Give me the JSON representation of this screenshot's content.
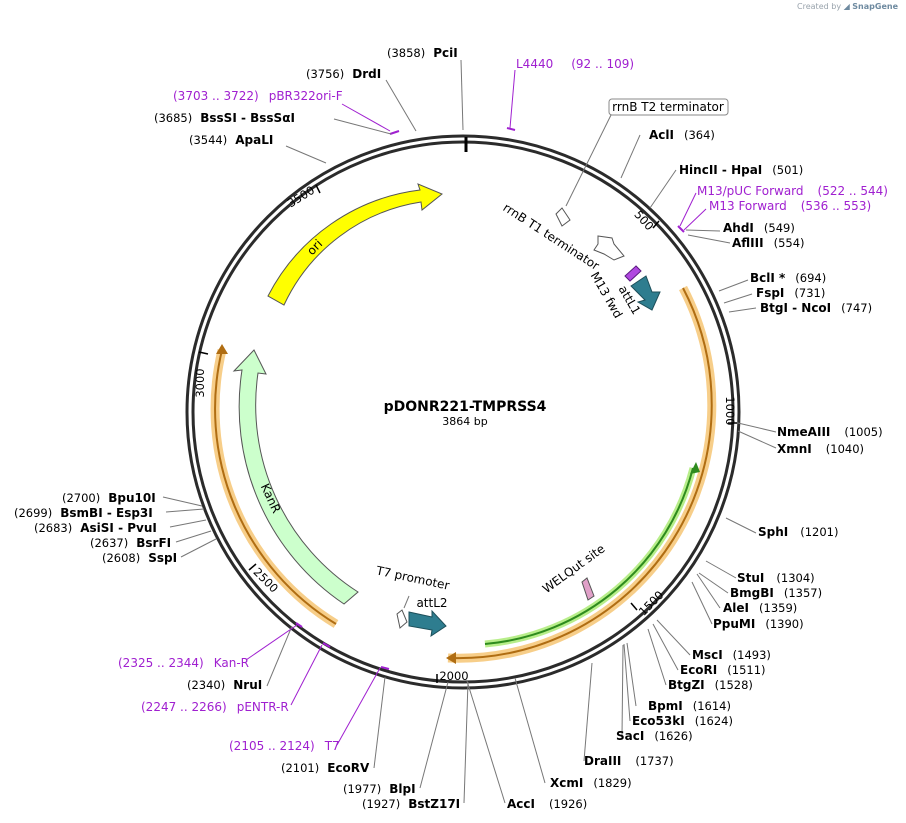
{
  "credit": {
    "prefix": "Created by",
    "brand": "SnapGene"
  },
  "plasmid": {
    "name": "pDONR221-TMPRSS4",
    "length_label": "3864 bp",
    "length": 3864
  },
  "ticks": [
    "500",
    "1000",
    "1500",
    "2000",
    "2500",
    "3000",
    "3500"
  ],
  "enzymes": [
    {
      "name": "PciI",
      "pos": "(3858)"
    },
    {
      "name": "DrdI",
      "pos": "(3756)"
    },
    {
      "name": "BssSI - BssSαI",
      "pos": "(3685)"
    },
    {
      "name": "ApaLI",
      "pos": "(3544)"
    },
    {
      "name": "AclI",
      "pos": "(364)"
    },
    {
      "name": "HincII - HpaI",
      "pos": "(501)"
    },
    {
      "name": "AhdI",
      "pos": "(549)"
    },
    {
      "name": "AflIII",
      "pos": "(554)"
    },
    {
      "name": "BclI *",
      "pos": "(694)"
    },
    {
      "name": "FspI",
      "pos": "(731)"
    },
    {
      "name": "BtgI - NcoI",
      "pos": "(747)"
    },
    {
      "name": "NmeAIII",
      "pos": "(1005)"
    },
    {
      "name": "XmnI",
      "pos": "(1040)"
    },
    {
      "name": "SphI",
      "pos": "(1201)"
    },
    {
      "name": "StuI",
      "pos": "(1304)"
    },
    {
      "name": "BmgBI",
      "pos": "(1357)"
    },
    {
      "name": "AleI",
      "pos": "(1359)"
    },
    {
      "name": "PpuMI",
      "pos": "(1390)"
    },
    {
      "name": "MscI",
      "pos": "(1493)"
    },
    {
      "name": "EcoRI",
      "pos": "(1511)"
    },
    {
      "name": "BtgZI",
      "pos": "(1528)"
    },
    {
      "name": "BpmI",
      "pos": "(1614)"
    },
    {
      "name": "Eco53kI",
      "pos": "(1624)"
    },
    {
      "name": "SacI",
      "pos": "(1626)"
    },
    {
      "name": "DraIII",
      "pos": "(1737)"
    },
    {
      "name": "XcmI",
      "pos": "(1829)"
    },
    {
      "name": "AccI",
      "pos": "(1926)"
    },
    {
      "name": "BstZ17I",
      "pos": "(1927)"
    },
    {
      "name": "BlpI",
      "pos": "(1977)"
    },
    {
      "name": "EcoRV",
      "pos": "(2101)"
    },
    {
      "name": "NruI",
      "pos": "(2340)"
    },
    {
      "name": "SspI",
      "pos": "(2608)"
    },
    {
      "name": "BsrFI",
      "pos": "(2637)"
    },
    {
      "name": "AsiSI - PvuI",
      "pos": "(2683)"
    },
    {
      "name": "BsmBI - Esp3I",
      "pos": "(2699)"
    },
    {
      "name": "Bpu10I",
      "pos": "(2700)"
    }
  ],
  "primers": [
    {
      "name": "L4440",
      "range": "(92 .. 109)"
    },
    {
      "name": "pBR322ori-F",
      "range": "(3703 .. 3722)"
    },
    {
      "name": "M13/pUC Forward",
      "range": "(522 .. 544)"
    },
    {
      "name": "M13 Forward",
      "range": "(536 .. 553)"
    },
    {
      "name": "Kan-R",
      "range": "(2325 .. 2344)"
    },
    {
      "name": "pENTR-R",
      "range": "(2247 .. 2266)"
    },
    {
      "name": "T7",
      "range": "(2105 .. 2124)"
    }
  ],
  "features": {
    "rrnb_t2": "rrnB T2 terminator",
    "rrnb_t1": "rrnB T1 terminator",
    "m13_fwd": "M13 fwd",
    "attl1": "attL1",
    "attl2": "attL2",
    "t7_promoter": "T7 promoter",
    "welqut": "WELQut site",
    "ori": "ori",
    "kanr": "KanR"
  },
  "colors": {
    "backbone": "#2b2b2b",
    "primer": "#a020d0",
    "ori": "#ffff00",
    "kanr": "#ccffcc",
    "att": "#2e7d8f",
    "orf_glow": "#f5c26b",
    "orf_line": "#c27c1a",
    "welq_line": "#2e8b1e",
    "welq_glow": "#b8ee8a"
  }
}
